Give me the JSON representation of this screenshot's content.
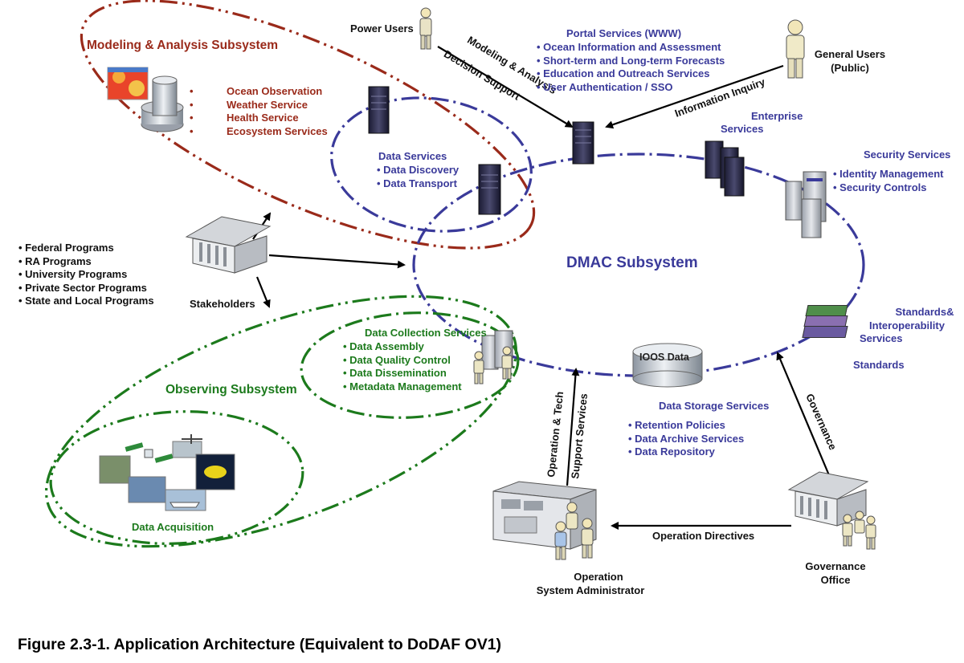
{
  "figure": {
    "caption": "Figure 2.3-1.  Application Architecture (Equivalent to DoDAF OV1)"
  },
  "colors": {
    "dmac": "#3a3a9a",
    "modeling": "#9a2a1a",
    "observing": "#1c7a1c",
    "arrow": "#000000"
  },
  "modeling": {
    "title": "Modeling & Analysis Subsystem",
    "items": [
      "Ocean Observation",
      "Weather Service",
      "Health Service",
      "Ecosystem Services"
    ]
  },
  "data_services": {
    "title": "Data Services",
    "items": [
      "Data Discovery",
      "Data Transport"
    ]
  },
  "power_users": {
    "label": "Power Users"
  },
  "modeling_arrow": {
    "line1": "Modeling & Analysis",
    "line2": "Decision Support"
  },
  "portal": {
    "title": "Portal Services (WWW)",
    "items": [
      "Ocean Information and Assessment",
      "Short-term and Long-term Forecasts",
      "Education and Outreach Services",
      "User Authentication / SSO"
    ]
  },
  "general_users": {
    "line1": "General Users",
    "line2": "(Public)"
  },
  "information_inquiry": {
    "label": "Information Inquiry"
  },
  "enterprise": {
    "line1": "Enterprise",
    "line2": "Services"
  },
  "security": {
    "title": "Security Services",
    "items": [
      "Identity Management",
      "Security Controls"
    ]
  },
  "stakeholders": {
    "label": "Stakeholders",
    "programs": [
      "Federal Programs",
      "RA Programs",
      "University Programs",
      "Private Sector Programs",
      "State and Local Programs"
    ]
  },
  "dmac": {
    "title": "DMAC Subsystem"
  },
  "standards_interop": {
    "line1": "Standards&",
    "line2": "Interoperability",
    "line3": "Services"
  },
  "standards": {
    "label": "Standards"
  },
  "data_collection": {
    "title": "Data Collection Services",
    "items": [
      "Data Assembly",
      "Data Quality Control",
      "Data Dissemination",
      "Metadata Management"
    ]
  },
  "observing": {
    "title": "Observing Subsystem"
  },
  "ioos": {
    "label": "IOOS Data"
  },
  "data_storage": {
    "title": "Data Storage Services",
    "items": [
      "Retention Policies",
      "Data Archive Services",
      "Data Repository"
    ]
  },
  "operation_tech": {
    "line1": "Operation & Tech",
    "line2": "Support Services"
  },
  "governance_arrow": {
    "label": "Governance"
  },
  "data_acquisition": {
    "label": "Data Acquisition"
  },
  "operation_directives": {
    "label": "Operation Directives"
  },
  "operation_admin": {
    "line1": "Operation",
    "line2": "System Administrator"
  },
  "governance_office": {
    "line1": "Governance",
    "line2": "Office"
  }
}
